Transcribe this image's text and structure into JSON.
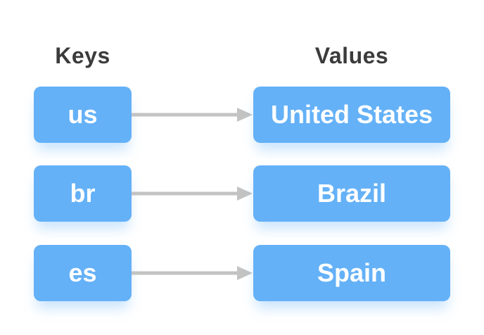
{
  "diagram": {
    "headers": {
      "keys": "Keys",
      "values": "Values"
    },
    "rows": [
      {
        "key": "us",
        "value": "United States"
      },
      {
        "key": "br",
        "value": "Brazil"
      },
      {
        "key": "es",
        "value": "Spain"
      }
    ],
    "colors": {
      "background": "#FFFFFF",
      "box_fill": "#64B1F7",
      "box_text": "#FFFFFF",
      "header_text": "#3B3B3B",
      "arrow": "#C3C3C3",
      "box_glow": "rgba(100,177,247,0.35)"
    }
  }
}
